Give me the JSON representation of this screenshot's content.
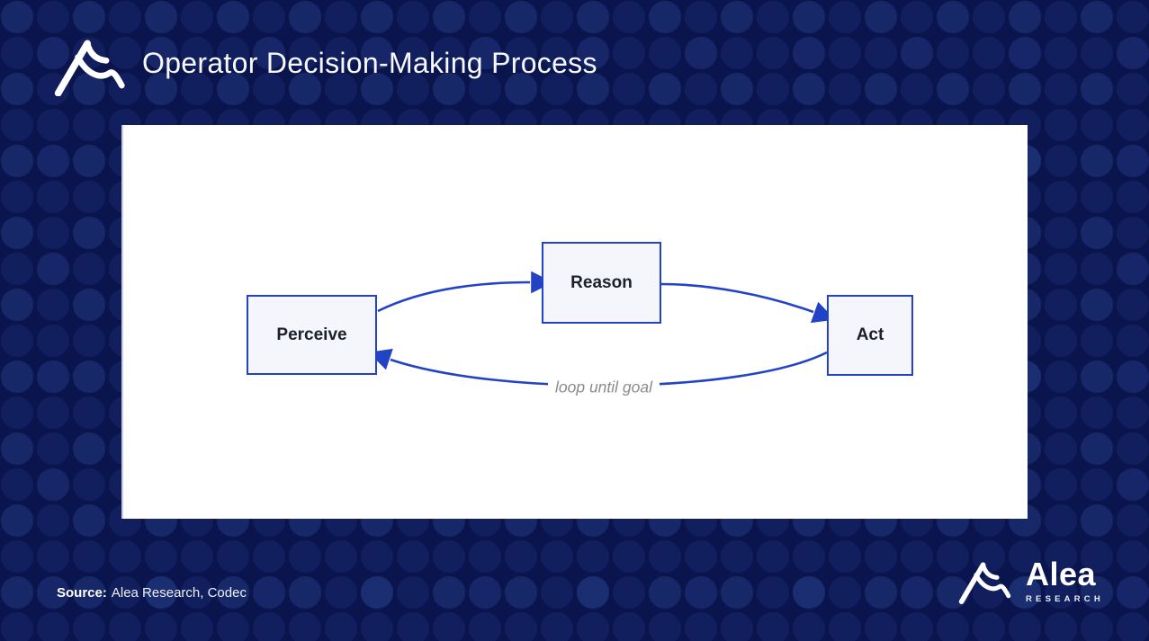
{
  "header": {
    "title": "Operator Decision-Making Process"
  },
  "diagram": {
    "type": "flowchart",
    "nodes": [
      {
        "id": "perceive",
        "label": "Perceive"
      },
      {
        "id": "reason",
        "label": "Reason"
      },
      {
        "id": "act",
        "label": "Act"
      }
    ],
    "edges": [
      {
        "from": "Perceive",
        "to": "Reason",
        "label": ""
      },
      {
        "from": "Reason",
        "to": "Act",
        "label": ""
      },
      {
        "from": "Act",
        "to": "Perceive",
        "label": "loop until goal"
      }
    ]
  },
  "footer": {
    "source_label": "Source:",
    "source_text": "Alea Research, Codec"
  },
  "brand": {
    "name": "Alea",
    "subtitle": "RESEARCH"
  },
  "colors": {
    "background": "#0a144d",
    "accent_blue": "#2343c6",
    "node_fill": "#f4f6fc",
    "node_text": "#1c2028",
    "panel": "#ffffff",
    "loop_label_gray": "#8a8b91",
    "title_text": "#f7f8fc"
  }
}
